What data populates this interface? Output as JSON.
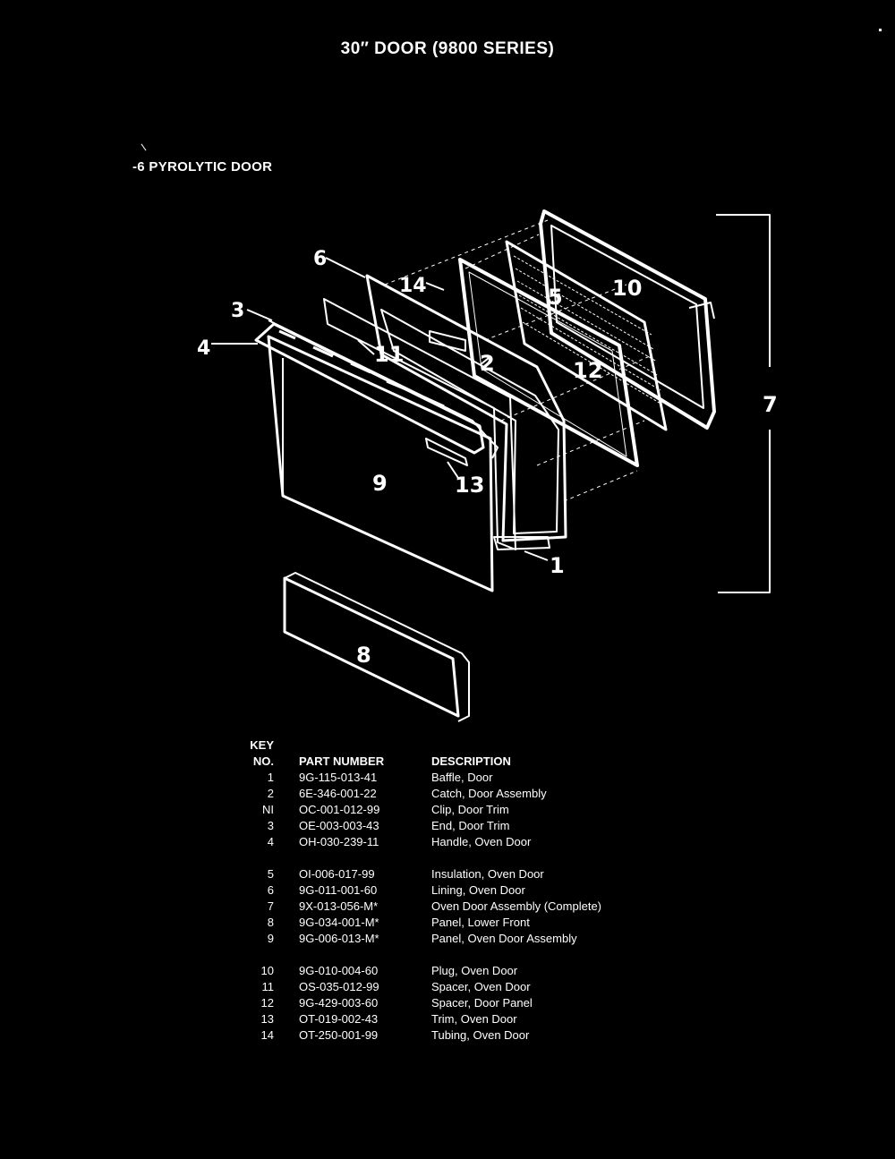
{
  "title": "30″ DOOR (9800 SERIES)",
  "subtitle": "-6 PYROLYTIC DOOR",
  "callouts": [
    "1",
    "2",
    "3",
    "4",
    "5",
    "6",
    "7",
    "8",
    "9",
    "10",
    "11",
    "12",
    "13",
    "14"
  ],
  "table": {
    "header_key_line1": "KEY",
    "header_key_line2": "NO.",
    "header_part": "PART NUMBER",
    "header_desc": "DESCRIPTION",
    "groups": [
      [
        {
          "key": "1",
          "part": "9G-115-013-41",
          "desc": "Baffle, Door"
        },
        {
          "key": "2",
          "part": "6E-346-001-22",
          "desc": "Catch, Door Assembly"
        },
        {
          "key": "NI",
          "part": "OC-001-012-99",
          "desc": "Clip, Door Trim"
        },
        {
          "key": "3",
          "part": "OE-003-003-43",
          "desc": "End, Door Trim"
        },
        {
          "key": "4",
          "part": "OH-030-239-11",
          "desc": "Handle, Oven Door"
        }
      ],
      [
        {
          "key": "5",
          "part": "OI-006-017-99",
          "desc": "Insulation, Oven Door"
        },
        {
          "key": "6",
          "part": "9G-011-001-60",
          "desc": "Lining, Oven Door"
        },
        {
          "key": "7",
          "part": "9X-013-056-M*",
          "desc": "Oven Door Assembly (Complete)"
        },
        {
          "key": "8",
          "part": "9G-034-001-M*",
          "desc": "Panel, Lower Front"
        },
        {
          "key": "9",
          "part": "9G-006-013-M*",
          "desc": "Panel, Oven Door Assembly"
        }
      ],
      [
        {
          "key": "10",
          "part": "9G-010-004-60",
          "desc": "Plug, Oven Door"
        },
        {
          "key": "11",
          "part": "OS-035-012-99",
          "desc": "Spacer, Oven Door"
        },
        {
          "key": "12",
          "part": "9G-429-003-60",
          "desc": "Spacer, Door Panel"
        },
        {
          "key": "13",
          "part": "OT-019-002-43",
          "desc": "Trim, Oven Door"
        },
        {
          "key": "14",
          "part": "OT-250-001-99",
          "desc": "Tubing, Oven Door"
        }
      ]
    ]
  }
}
